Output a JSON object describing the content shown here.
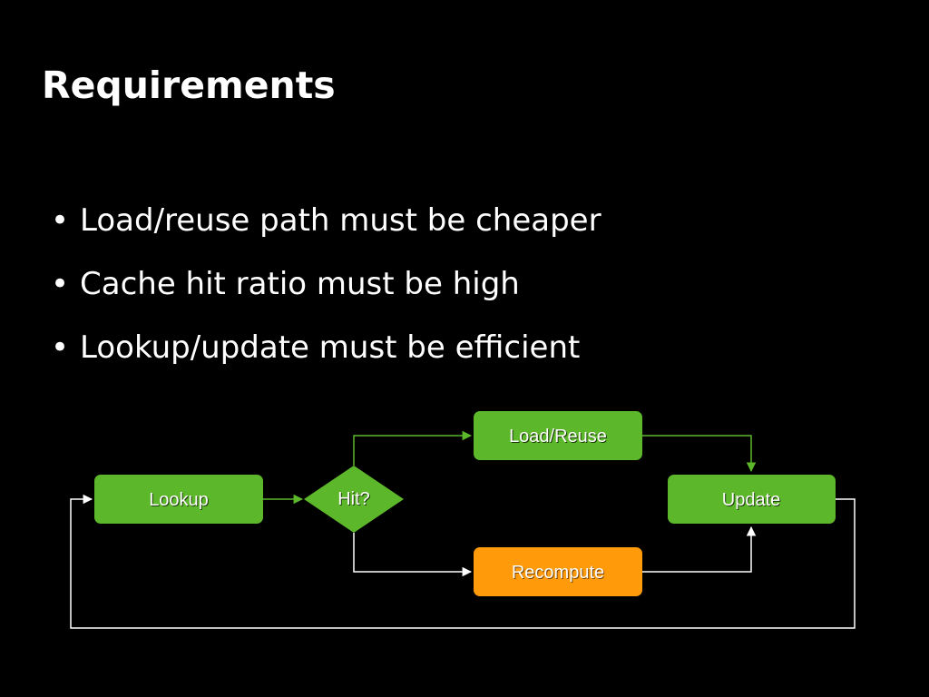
{
  "slide": {
    "title": "Requirements",
    "bullets": [
      {
        "marker": "•",
        "text": "Load/reuse path must be cheaper"
      },
      {
        "marker": "•",
        "text": "Cache hit ratio must be high"
      },
      {
        "marker": "•",
        "text": "Lookup/update must be efficient"
      }
    ]
  },
  "flowchart": {
    "nodes": {
      "lookup": {
        "label": "Lookup"
      },
      "hit": {
        "label": "Hit?"
      },
      "load_reuse": {
        "label": "Load/Reuse"
      },
      "recompute": {
        "label": "Recompute"
      },
      "update": {
        "label": "Update"
      }
    },
    "colors": {
      "green": "#5cb82a",
      "orange": "#ff9b0a",
      "green_line": "#5cb82a",
      "white_line": "#ffffff"
    }
  }
}
